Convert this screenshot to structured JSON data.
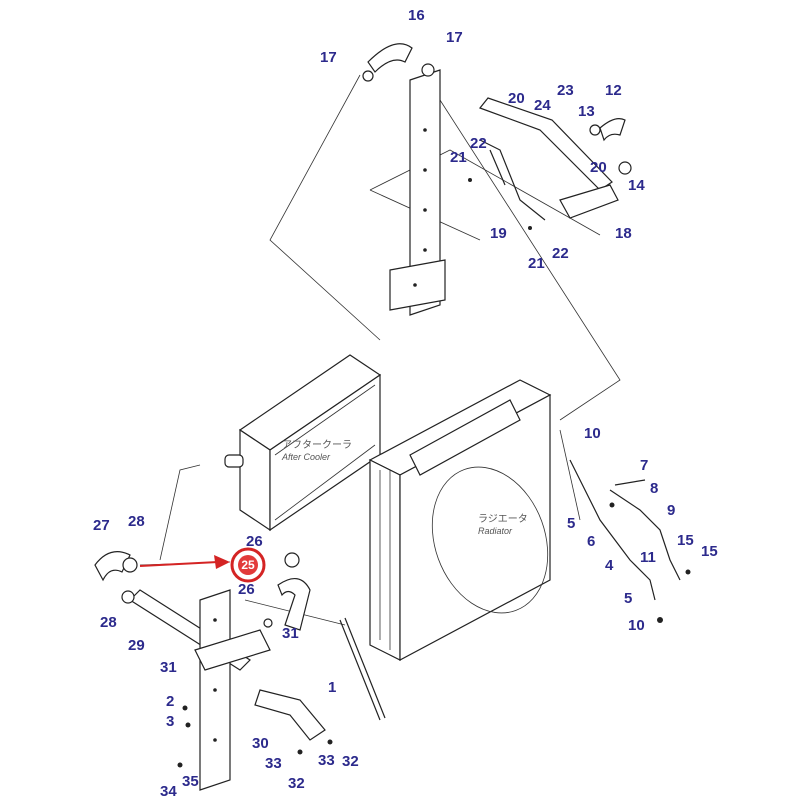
{
  "labels": {
    "radiator_jp": "ラジエータ",
    "radiator_en": "Radiator",
    "aftercooler_jp": "アフタークーラ",
    "aftercooler_en": "After Cooler"
  },
  "callouts": [
    "1",
    "2",
    "3",
    "4",
    "5",
    "5",
    "6",
    "7",
    "8",
    "9",
    "10",
    "10",
    "11",
    "12",
    "13",
    "14",
    "15",
    "15",
    "16",
    "17",
    "17",
    "18",
    "19",
    "20",
    "20",
    "21",
    "21",
    "22",
    "22",
    "23",
    "24",
    "26",
    "26",
    "27",
    "28",
    "28",
    "29",
    "30",
    "31",
    "31",
    "32",
    "32",
    "33",
    "33",
    "34",
    "35"
  ],
  "highlight": {
    "number": "25",
    "color": "#d42424"
  }
}
